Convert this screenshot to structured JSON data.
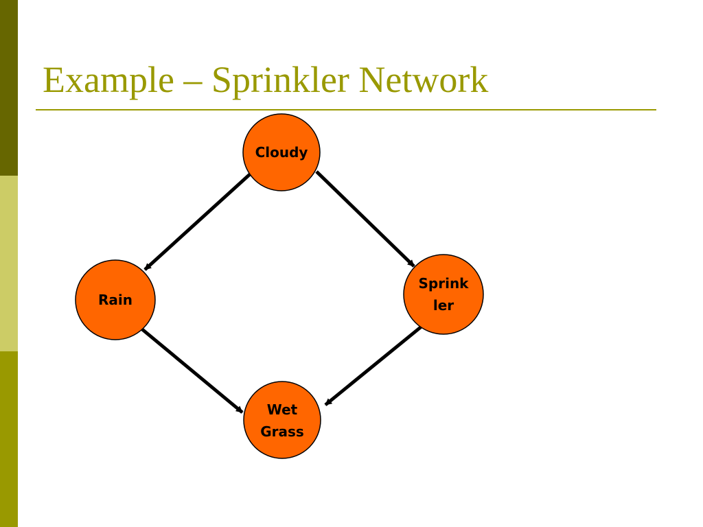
{
  "slide": {
    "title": "Example – Sprinkler Network"
  },
  "colors": {
    "sidebar_dark": "#666600",
    "sidebar_light": "#CCCC66",
    "sidebar_mid": "#999900",
    "title": "#999900",
    "rule": "#999900",
    "node_fill": "#FF6600",
    "node_stroke": "#000000",
    "edge": "#000000"
  },
  "diagram": {
    "nodes": {
      "cloudy": {
        "lines": [
          "Cloudy"
        ]
      },
      "rain": {
        "lines": [
          "Rain"
        ]
      },
      "sprinkler": {
        "lines": [
          "Sprink",
          "ler"
        ]
      },
      "wet_grass": {
        "lines": [
          "Wet",
          "Grass"
        ]
      }
    },
    "edges": [
      {
        "from": "Cloudy",
        "to": "Rain"
      },
      {
        "from": "Cloudy",
        "to": "Sprinkler"
      },
      {
        "from": "Rain",
        "to": "Wet Grass"
      },
      {
        "from": "Sprinkler",
        "to": "Wet Grass"
      }
    ]
  }
}
